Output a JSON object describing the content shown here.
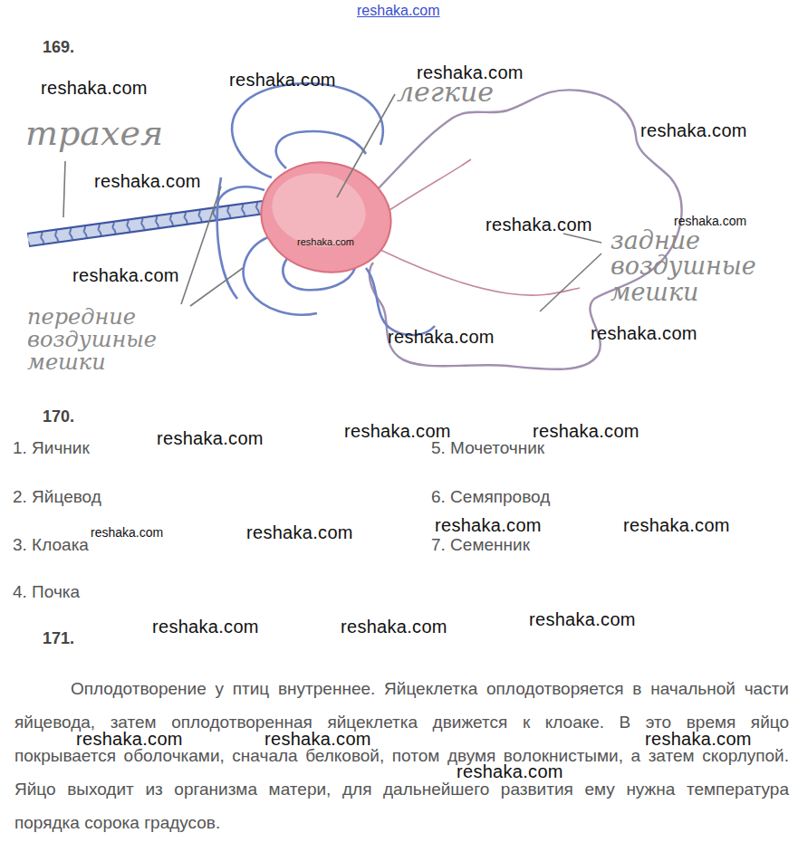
{
  "diagram": {
    "labels": [
      "reshaka.com",
      "169.",
      "reshaka.com",
      "reshaka.com",
      "reshaka.com",
      "легкие",
      "reshaka.com",
      "трахея",
      "reshaka.com",
      "reshaka.com",
      "reshaka.com",
      "reshaka.com",
      "задние воздушные мешки",
      "reshaka.com",
      "передние воздушные мешки",
      "reshaka.com",
      "reshaka.com",
      "170.",
      "reshaka.com",
      "reshaka.com",
      "reshaka.com",
      "1. Яичник",
      "5. Мочеточник",
      "2. Яйцевод",
      "6. Семяпровод",
      "reshaka.com",
      "reshaka.com",
      "reshaka.com",
      "reshaka.com",
      "3. Клоака",
      "7. Семенник",
      "4. Почка",
      "reshaka.com",
      "reshaka.com",
      "reshaka.com",
      "171.",
      "Оплодотворение у птиц внутреннее. Яйцеклетка оплодотворяется в начальной части яйцевода, затем оплодотворенная яйцеклетка движется к клоаке. В это время яйцо покрывается оболочками, сначала белковой, потом двумя волокнистыми, а затем скорлупой. Яйцо выходит из организма матери, для дальнейшего развития ему нужна температура порядка сорока градусов.",
      "reshaka.com",
      "reshaka.com",
      "reshaka.com",
      "reshaka.com"
    ]
  }
}
